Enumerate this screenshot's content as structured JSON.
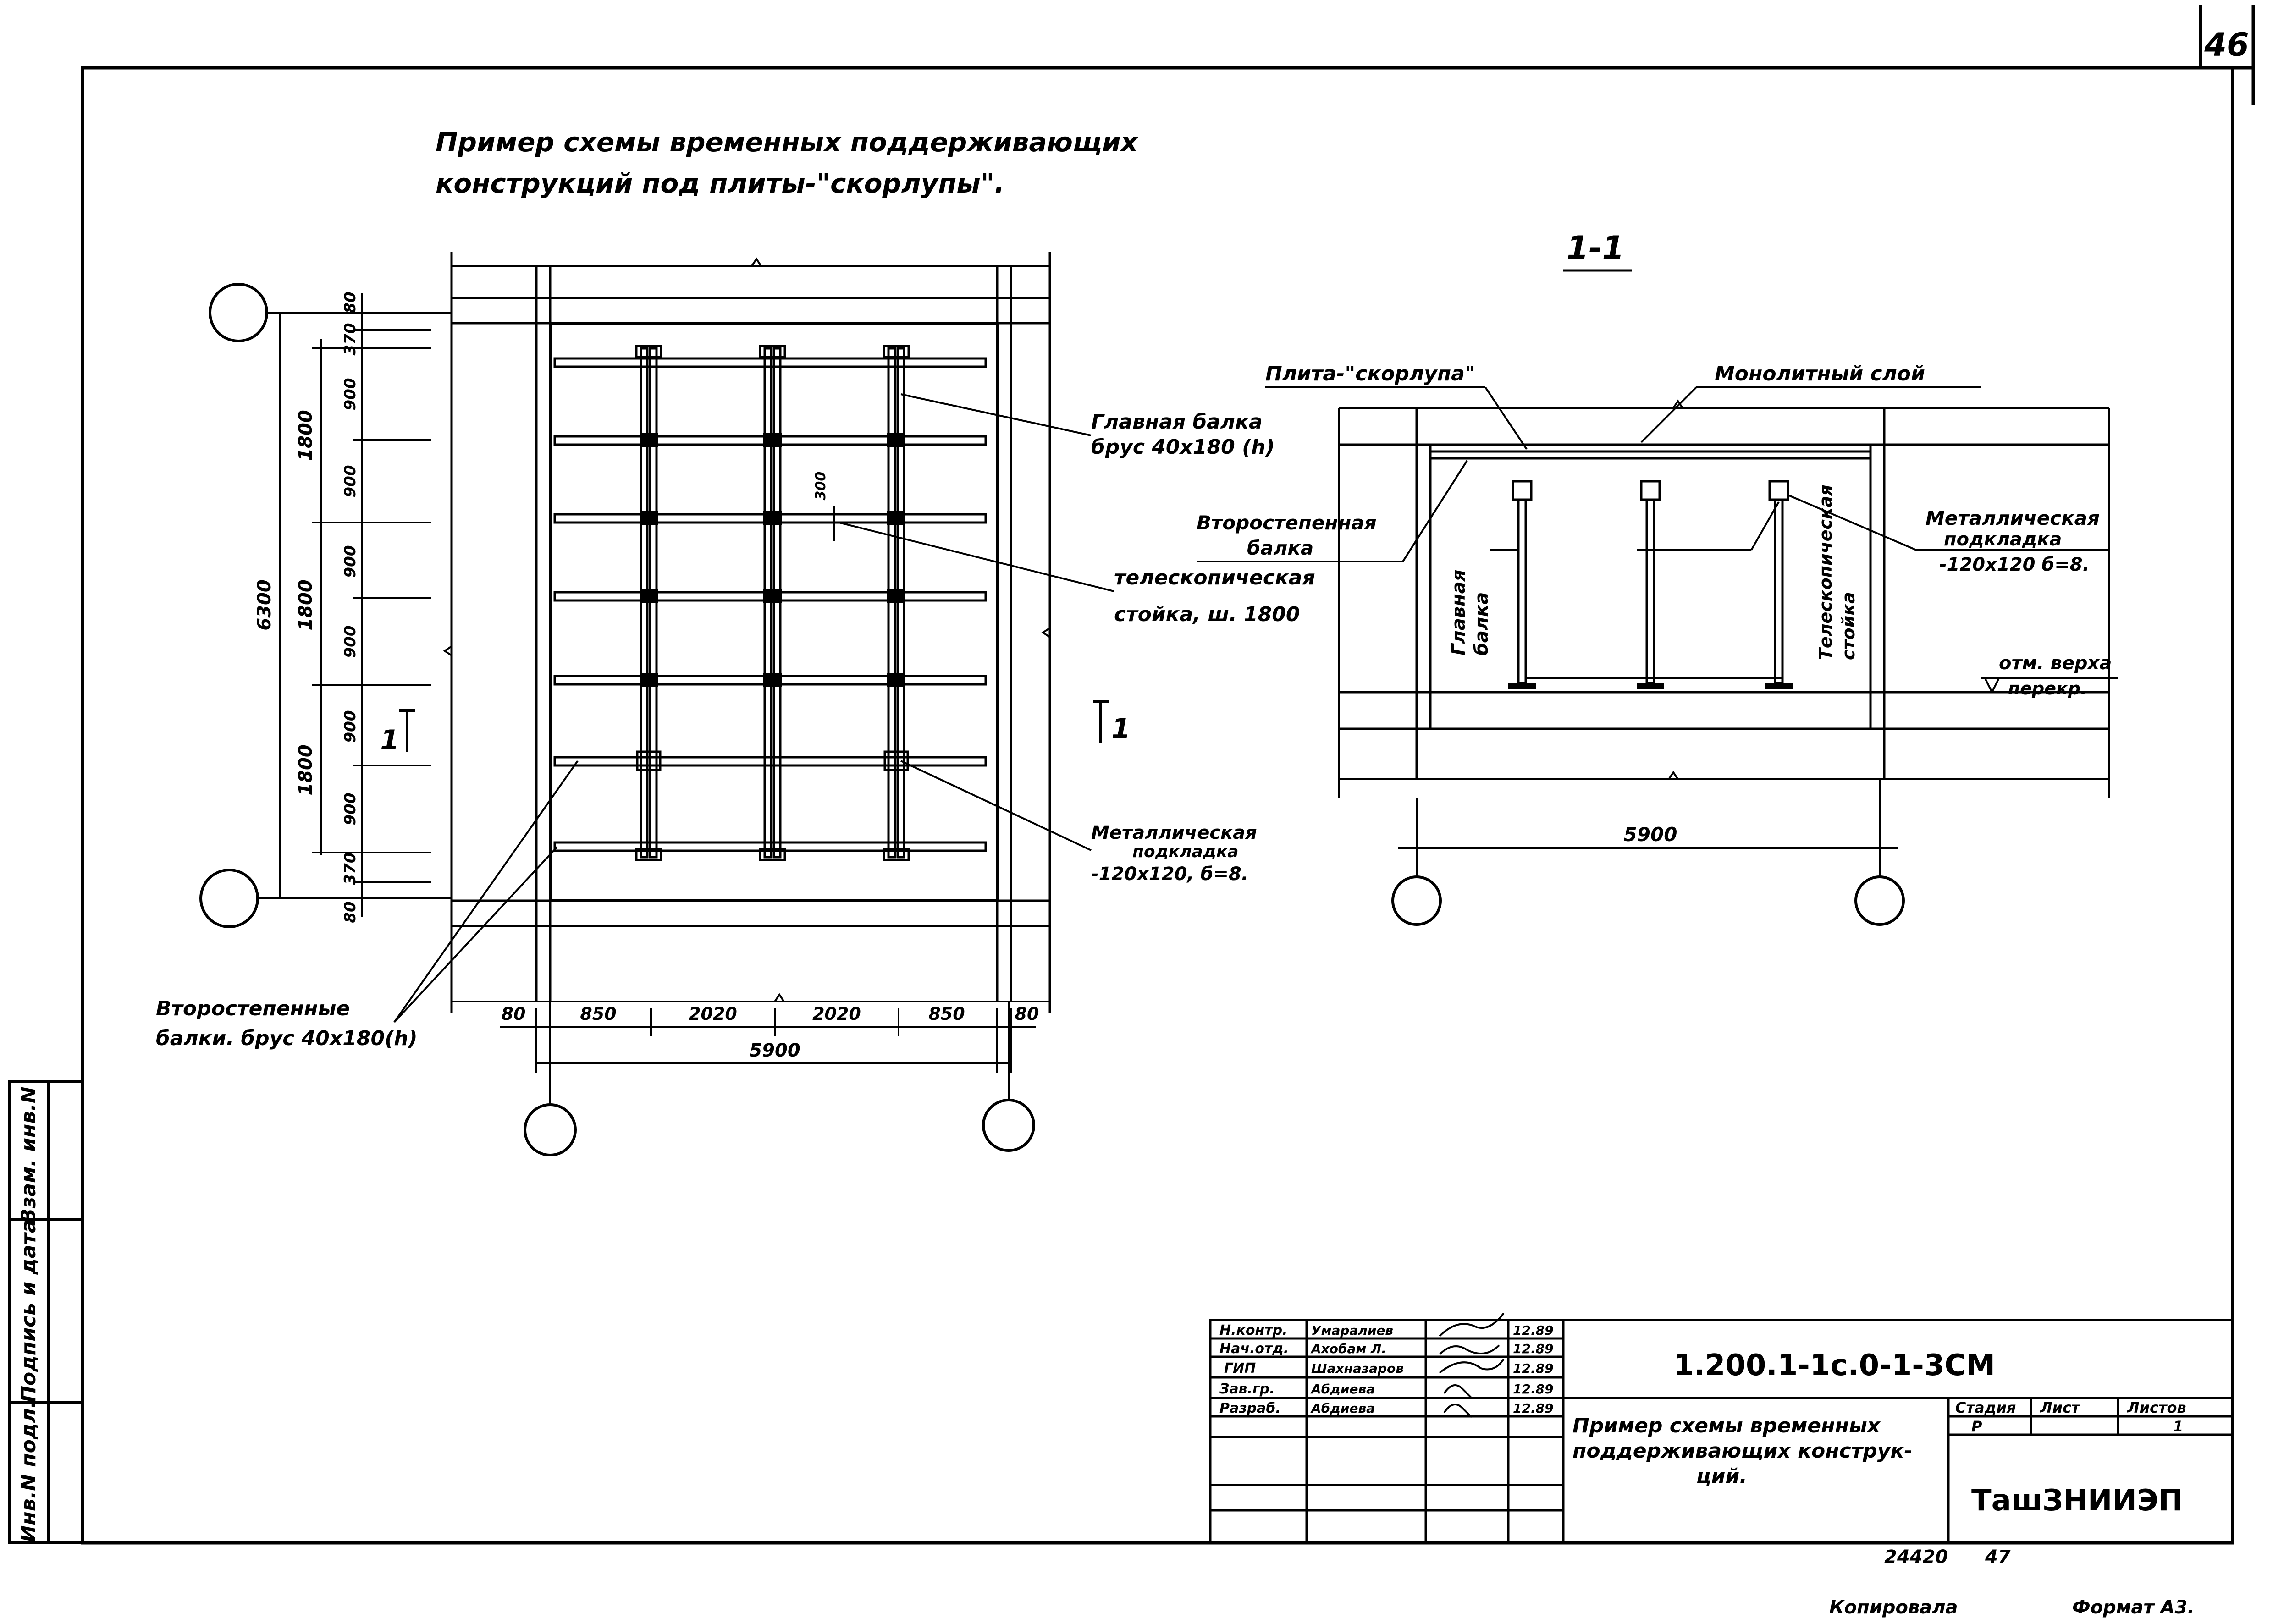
{
  "sheet": {
    "number": "46",
    "title_line1": "Пример схемы временных поддерживающих",
    "title_line2": "конструкций под плиты-\"скорлупы\"."
  },
  "plan": {
    "dim_total_height": "6300",
    "dims_outer": [
      "1800",
      "1800",
      "1800"
    ],
    "dims_inner": [
      "80",
      "370",
      "900",
      "900",
      "900",
      "900",
      "900",
      "900",
      "370",
      "80"
    ],
    "dims_bottom": [
      "80",
      "850",
      "2020",
      "2020",
      "850",
      "80"
    ],
    "dim_total_width": "5900",
    "cut_label_left": "1",
    "cut_label_right": "1",
    "cut_dim": "300",
    "callout_main_beam": [
      "Главная балка",
      "брус 40х180 (h)"
    ],
    "callout_telescopic": [
      "телескопическая",
      "стойка, ш. 1800"
    ],
    "callout_plate": [
      "Металлическая",
      "подкладка",
      "-120х120, б=8."
    ],
    "callout_secondary": [
      "Второстепенные",
      "балки. брус 40х180(h)"
    ]
  },
  "section": {
    "title": "1-1",
    "label_shell_plate": "Плита-\"скорлупа\"",
    "label_monolith": "Монолитный слой",
    "label_secondary_beam": [
      "Второстепенная",
      "балка"
    ],
    "label_main_beam": [
      "Главная",
      "балка"
    ],
    "label_telescopic": [
      "Телескопическая",
      "стойка"
    ],
    "label_plate": [
      "Металлическая",
      "подкладка",
      "-120х120 б=8."
    ],
    "label_level": [
      "отм. верха",
      "перекр."
    ],
    "dim_width": "5900"
  },
  "title_block": {
    "roles": [
      "Н.контр.",
      "Нач.отд.",
      "ГИП",
      "Зав.гр.",
      "Разраб."
    ],
    "names": [
      "Умаралиев",
      "Ахобам Л.",
      "Шахназаров",
      "Абдиева",
      "Абдиева"
    ],
    "dates": [
      "12.89",
      "12.89",
      "12.89",
      "12.89",
      "12.89"
    ],
    "code": "1.200.1-1с.0-1-3СМ",
    "description": [
      "Пример схемы временных",
      "поддерживающих конструк-",
      "ций."
    ],
    "stage_header": "Стадия",
    "sheet_header": "Лист",
    "sheets_header": "Листов",
    "stage": "Р",
    "sheet": "",
    "sheets": "1",
    "org": "ТашЗНИИЭП"
  },
  "side_stamp": [
    "Взам. инв.N",
    "Подпись и дата",
    "Инв.N подл."
  ],
  "footer": {
    "inv_number": "24420",
    "sheet_seq": "47",
    "copied": "Копировала",
    "format": "Формат А3."
  }
}
